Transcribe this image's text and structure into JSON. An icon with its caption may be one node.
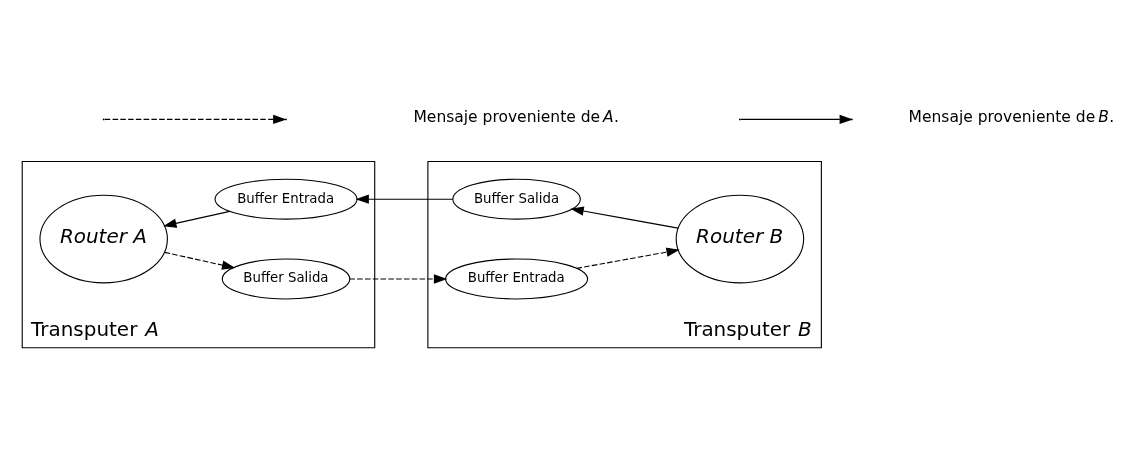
{
  "diagram": {
    "nodes": [
      {
        "text": [
          "Transputer *A*"
        ]
      },
      {
        "text": [
          "Router A"
        ],
        "in": 0
      },
      {
        "text": [
          "Buffer Salida"
        ],
        "in": 0
      },
      {
        "text": [
          "Buffer Entrada"
        ],
        "in": 0
      },
      {
        "text": [
          "Transputer *B*"
        ]
      },
      {
        "text": [
          "Buffer Entrada"
        ],
        "in": 4
      },
      {
        "text": [
          "Router B"
        ],
        "in": 4
      },
      {
        "text": [
          "Buffer Salida"
        ],
        "in": 4
      }
    ],
    "edges": [
      {
        "from": 1,
        "to": 2,
        "arrow": "to",
        "style": "dashed"
      },
      {
        "from": 2,
        "to": 5,
        "arrow": "to",
        "style": "dashed"
      },
      {
        "from": 5,
        "to": 6,
        "arrow": "to",
        "style": "dashed"
      },
      {
        "from": 6,
        "to": 7,
        "arrow": "to"
      },
      {
        "from": 7,
        "to": 3,
        "arrow": "to"
      },
      {
        "from": 3,
        "to": 1,
        "arrow": "to"
      }
    ],
    "legend": [
      {
        "text": "Mensaje proveniente de *A*."
      },
      {
        "text": "Mensaje proveniente de *B*."
      }
    ]
  }
}
